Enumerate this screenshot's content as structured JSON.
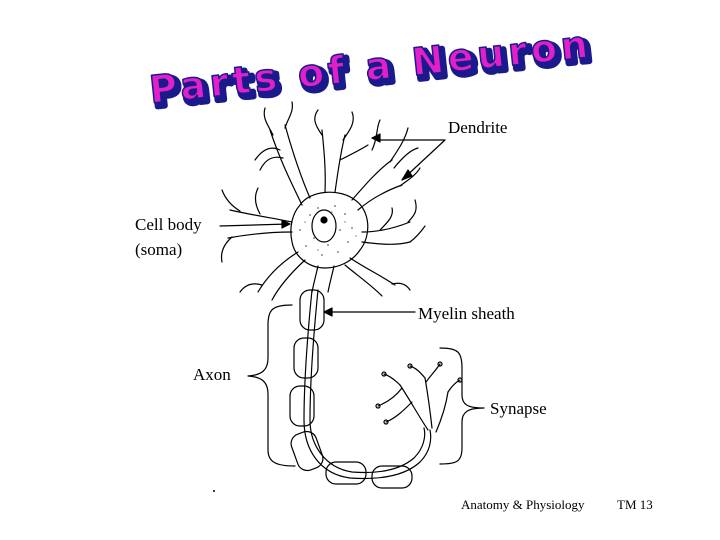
{
  "title": "Parts of a Neuron",
  "labels": {
    "dendrite": "Dendrite",
    "cell_body_line1": "Cell body",
    "cell_body_line2": "(soma)",
    "myelin_sheath": "Myelin sheath",
    "axon": "Axon",
    "synapse": "Synapse"
  },
  "footer": {
    "course": "Anatomy & Physiology",
    "page": "TM 13"
  },
  "colors": {
    "title_fill": "#e020c8",
    "title_outline": "#1a1a8c",
    "line": "#000000",
    "soma_speckle": "#888888"
  }
}
